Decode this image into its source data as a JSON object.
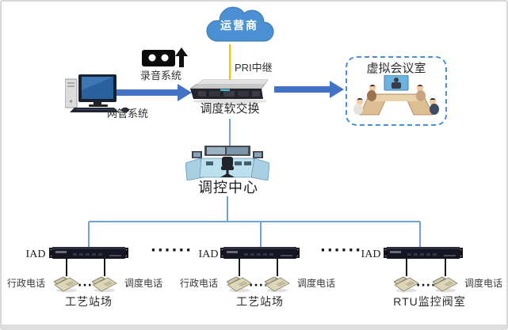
{
  "diagram": {
    "cloud": {
      "label": "运营商"
    },
    "pri_trunk_label": "PRI中继",
    "recording_system": {
      "label": "录音系统",
      "icon": "cassette-icon",
      "arrow": "arrow-up-icon"
    },
    "network_mgmt": {
      "label": "网管系统",
      "icon": "desktop-pc-icon"
    },
    "softswitch": {
      "label": "调度软交换",
      "icon": "rack-server-icon"
    },
    "virtual_conference": {
      "label": "虚拟会议室",
      "icon": "conference-room-illustration"
    },
    "control_center": {
      "label": "调控中心",
      "icon": "control-console-icon"
    },
    "separator_dots": "······",
    "phone_gap_dots": "····",
    "clusters": [
      {
        "iad_label": "IAD",
        "left_phone_label": "行政电话",
        "right_phone_label": "调度电话",
        "site_label": "工艺站场"
      },
      {
        "iad_label": "IAD",
        "left_phone_label": "行政电话",
        "right_phone_label": "调度电话",
        "site_label": "工艺站场"
      },
      {
        "iad_label": "IAD",
        "left_phone_label": "",
        "right_phone_label": "调度电话",
        "site_label": "RTU监控阀室"
      }
    ],
    "colors": {
      "cloud_blue": "#4a90d2",
      "arrow_blue": "#4472c4",
      "line_blue": "#6fa3d8",
      "line_orange": "#ffc000",
      "dashed_border_blue": "#4a90d9",
      "phone_line_black": "#1a1a1a"
    }
  }
}
